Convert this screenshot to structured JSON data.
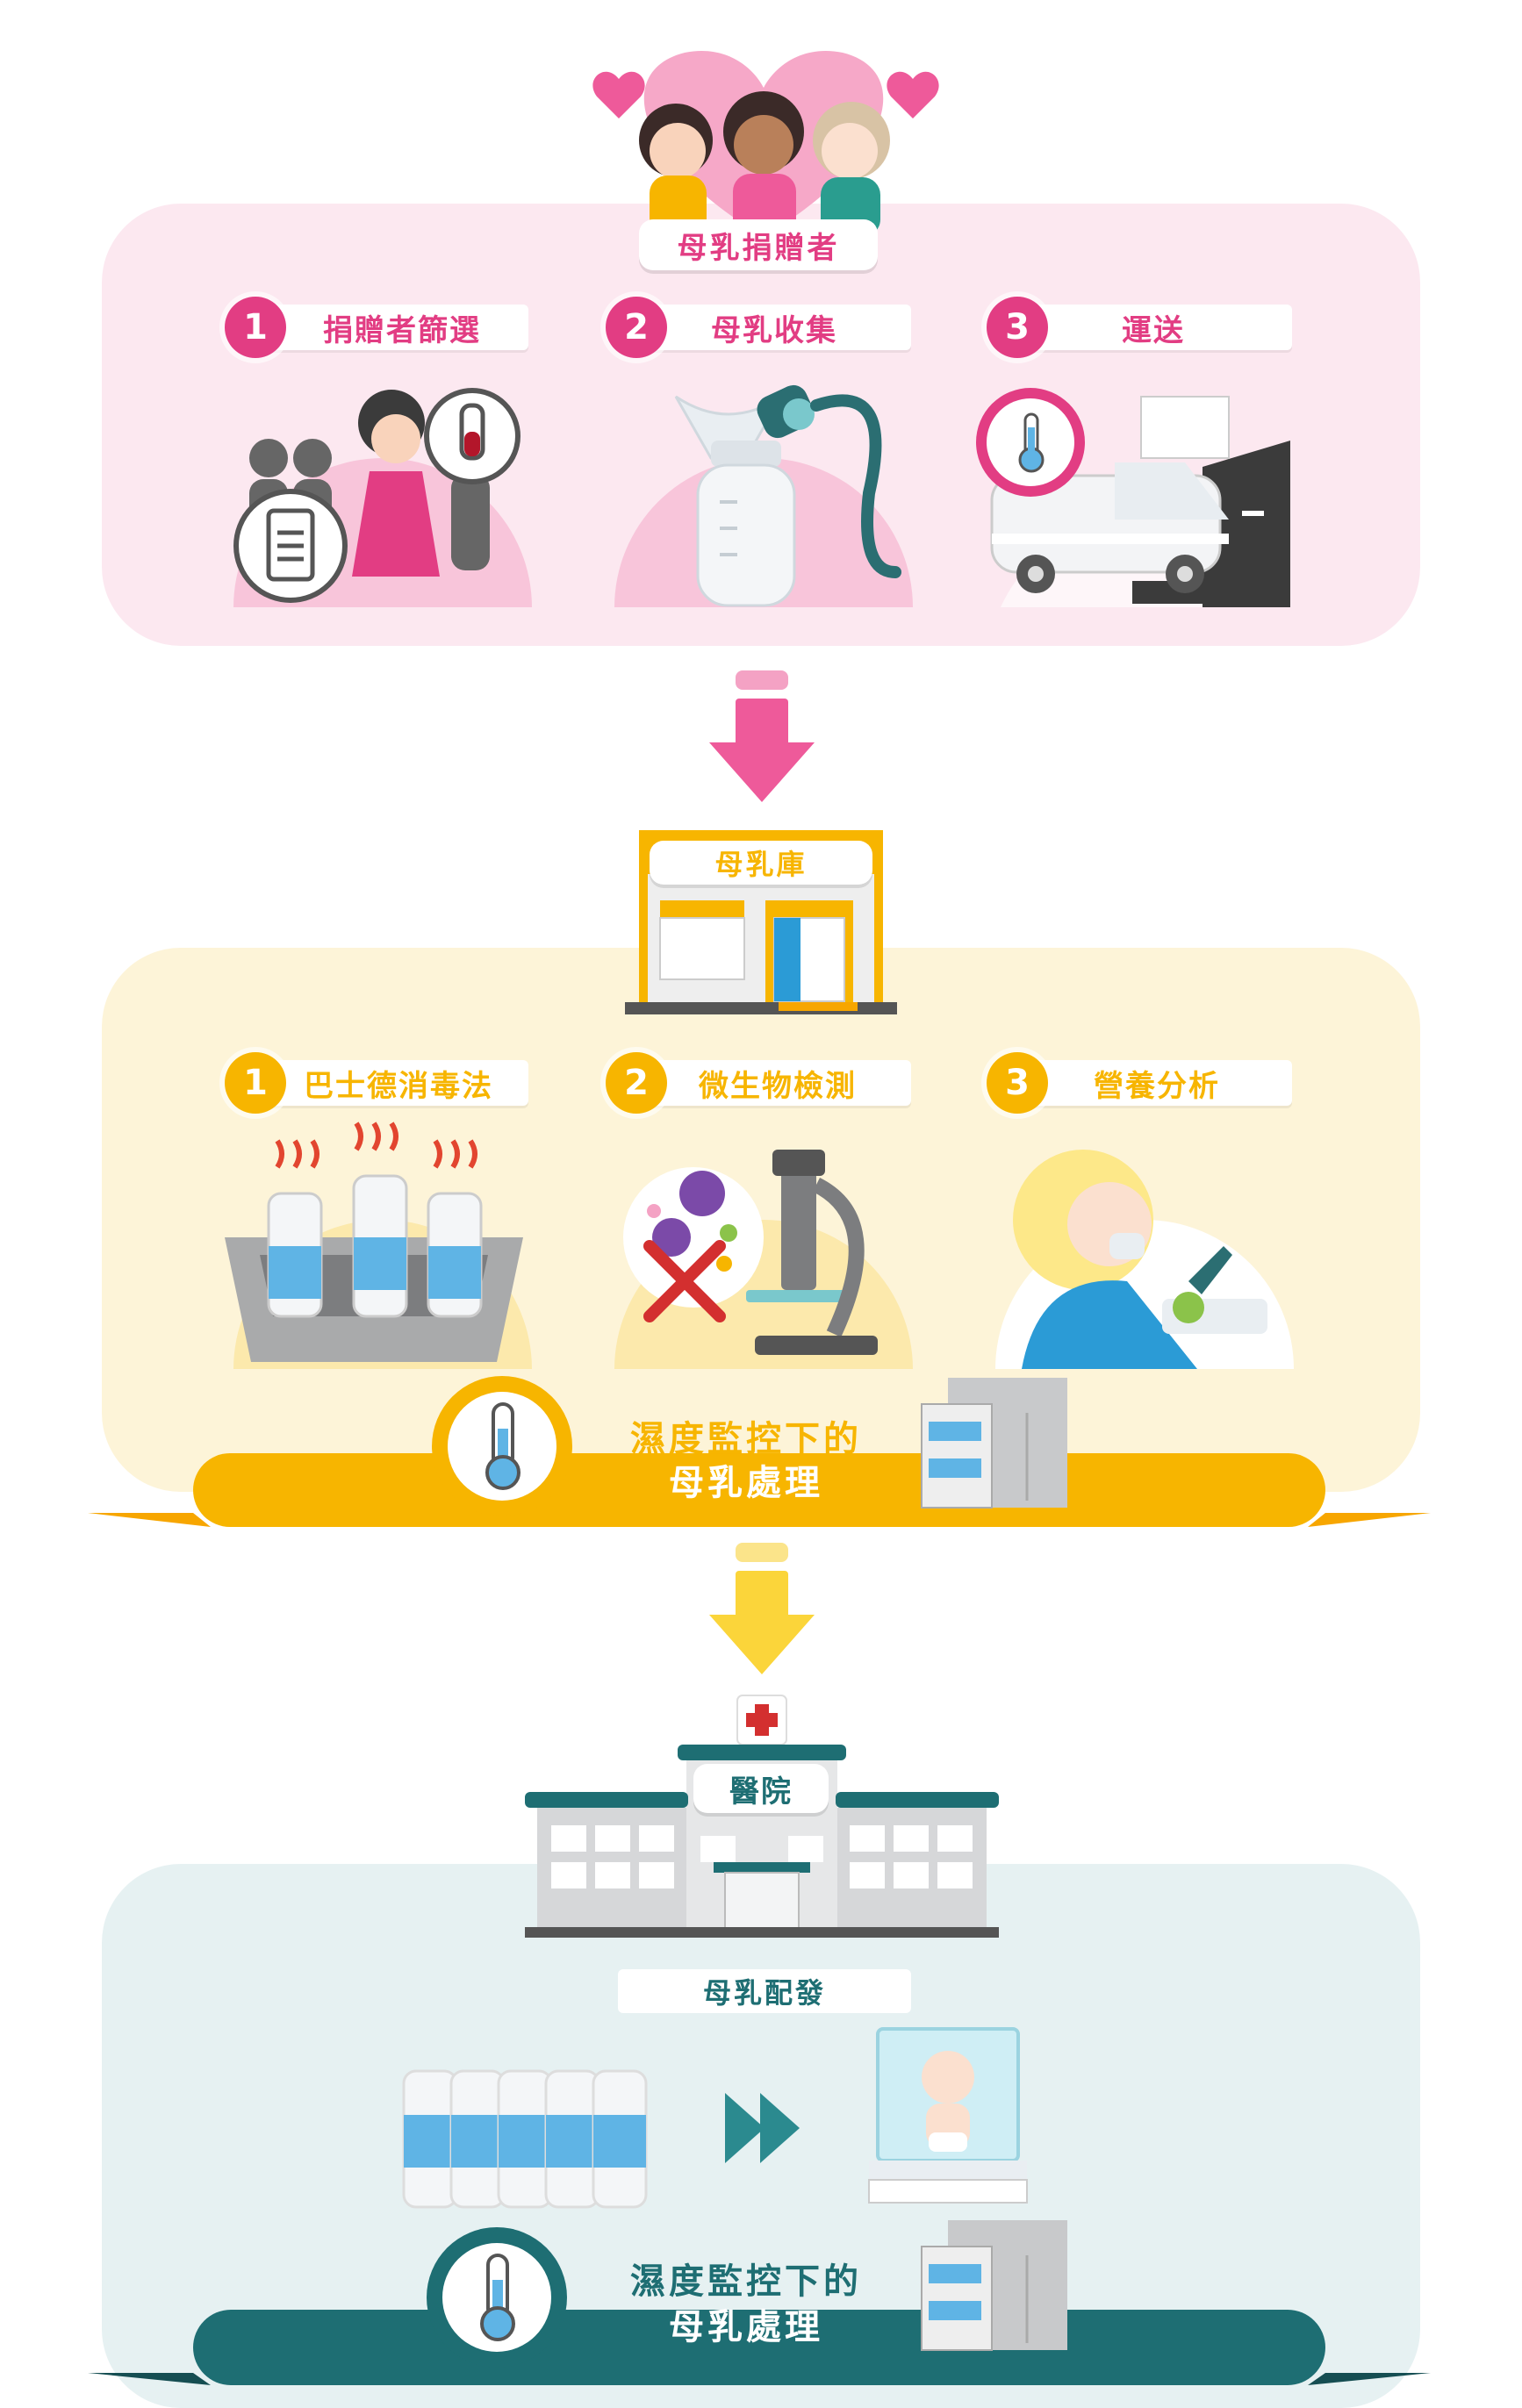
{
  "donors": {
    "title": "母乳捐贈者",
    "steps": [
      {
        "num": "1",
        "label": "捐贈者篩選"
      },
      {
        "num": "2",
        "label": "母乳收集"
      },
      {
        "num": "3",
        "label": "運送"
      }
    ]
  },
  "milk_bank": {
    "title": "母乳庫",
    "steps": [
      {
        "num": "1",
        "label": "巴士德消毒法"
      },
      {
        "num": "2",
        "label": "微生物檢測"
      },
      {
        "num": "3",
        "label": "營養分析"
      }
    ],
    "ribbon_line1": "濕度監控下的",
    "ribbon_line2": "母乳處理"
  },
  "hospital": {
    "title": "醫院",
    "distribution": "母乳配發",
    "ribbon_line1": "濕度監控下的",
    "ribbon_line2": "母乳處理"
  },
  "colors": {
    "pink": "#e23d83",
    "yellow": "#f7b500",
    "teal": "#1e6e73"
  }
}
